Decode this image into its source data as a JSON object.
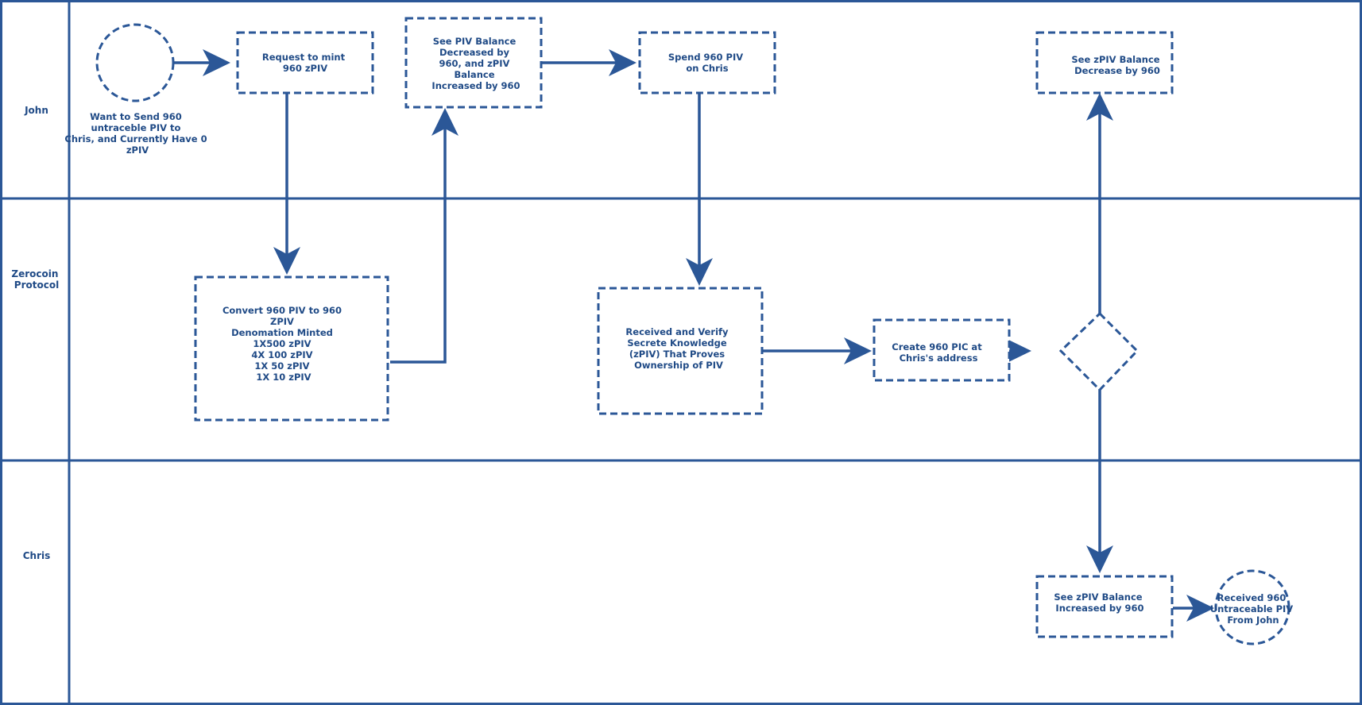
{
  "colors": {
    "stroke": "#2b5797",
    "text": "#1f4a86",
    "background": "#ffffff"
  },
  "lanes": {
    "john": "John",
    "zerocoin": [
      "Zerocoin",
      "Protocol"
    ],
    "chris": "Chris"
  },
  "nodes": {
    "start_note": [
      "Want to Send 960",
      "untraceble PIV to",
      "Chris, and Currently Have 0",
      "zPIV"
    ],
    "request_mint": [
      "Request to mint",
      "960 zPIV"
    ],
    "see_piv_balance": [
      "See PIV Balance",
      "Decreased by",
      "960, and zPIV",
      "Balance",
      "Increased by 960"
    ],
    "spend_piv": [
      "Spend 960 PIV",
      "on Chris"
    ],
    "see_zpiv_decrease": [
      "See zPIV Balance",
      "Decrease by 960"
    ],
    "convert": [
      "Convert 960 PIV to 960",
      "ZPIV",
      "Denomation Minted",
      "",
      "1X500 zPIV",
      "4X 100 zPIV",
      "1X 50 zPIV",
      "1X 10 zPIV"
    ],
    "verify": [
      "Received and Verify",
      "Secrete Knowledge",
      "(zPIV) That Proves",
      "Ownership of PIV"
    ],
    "create_pic": [
      "Create 960 PIC at",
      "Chris's address"
    ],
    "see_zpiv_increase": [
      "See zPIV Balance",
      "Increased by 960"
    ],
    "received": [
      "Received 960",
      "Untraceable PIV",
      "From John"
    ]
  }
}
